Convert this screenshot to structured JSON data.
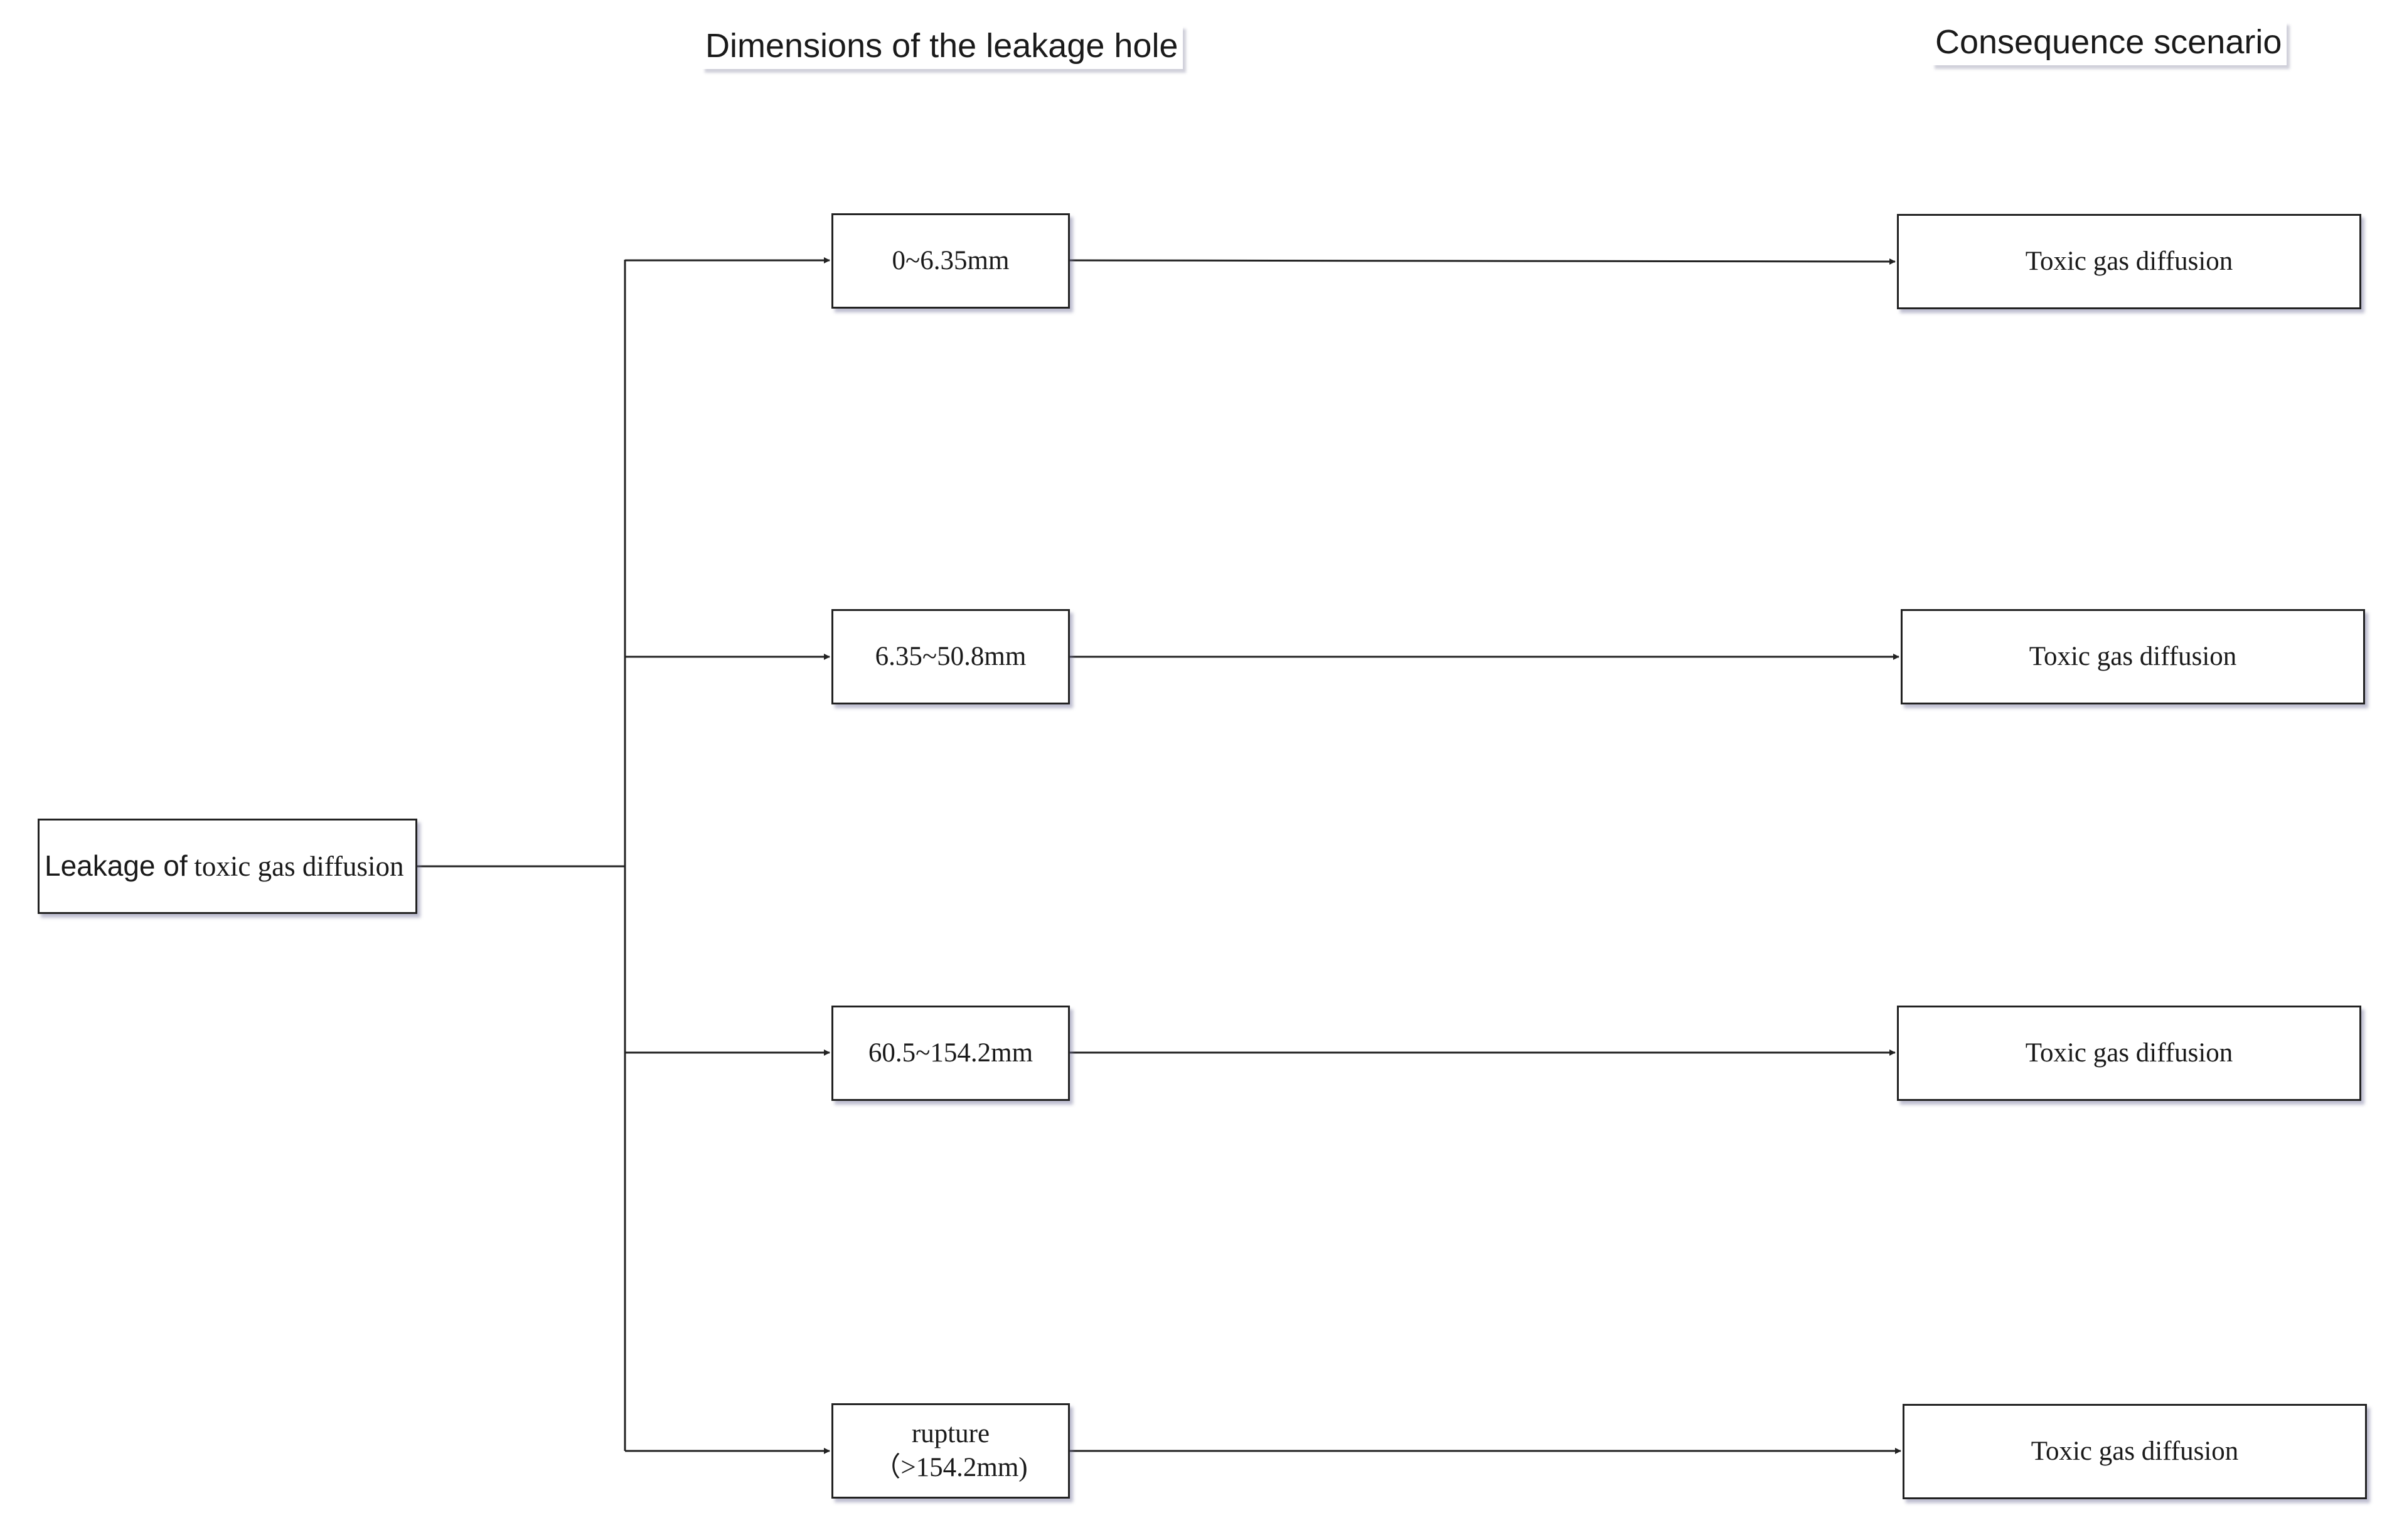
{
  "headers": {
    "dimensions": "Dimensions of the leakage hole",
    "consequence": "Consequence scenario"
  },
  "root": {
    "label_prefix": "Leakage of ",
    "label_main": "toxic gas diffusion"
  },
  "hole_sizes": [
    {
      "line1": "0~6.35mm"
    },
    {
      "line1": "6.35~50.8mm"
    },
    {
      "line1": "60.5~154.2mm"
    },
    {
      "line1": "rupture",
      "line2": "（>154.2mm)"
    }
  ],
  "consequences": [
    "Toxic gas diffusion",
    "Toxic gas diffusion",
    "Toxic gas diffusion",
    "Toxic gas diffusion"
  ],
  "colors": {
    "line": "#222222",
    "shadow": "#8c8cb4"
  }
}
